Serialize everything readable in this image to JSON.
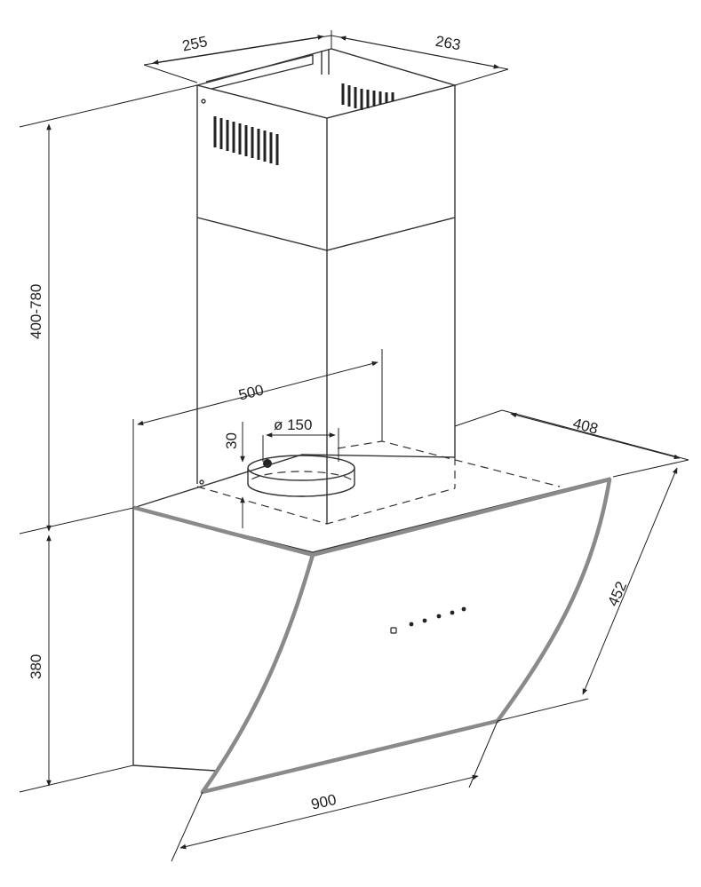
{
  "dimensions": {
    "chimney_depth": "255",
    "chimney_width": "263",
    "chimney_height": "400-780",
    "outlet_offset": "500",
    "outlet_diameter": "ø 150",
    "outlet_height": "30",
    "hood_depth": "408",
    "glass_height": "452",
    "body_height": "380",
    "hood_width": "900"
  },
  "control_panel": {
    "buttons": 5
  }
}
